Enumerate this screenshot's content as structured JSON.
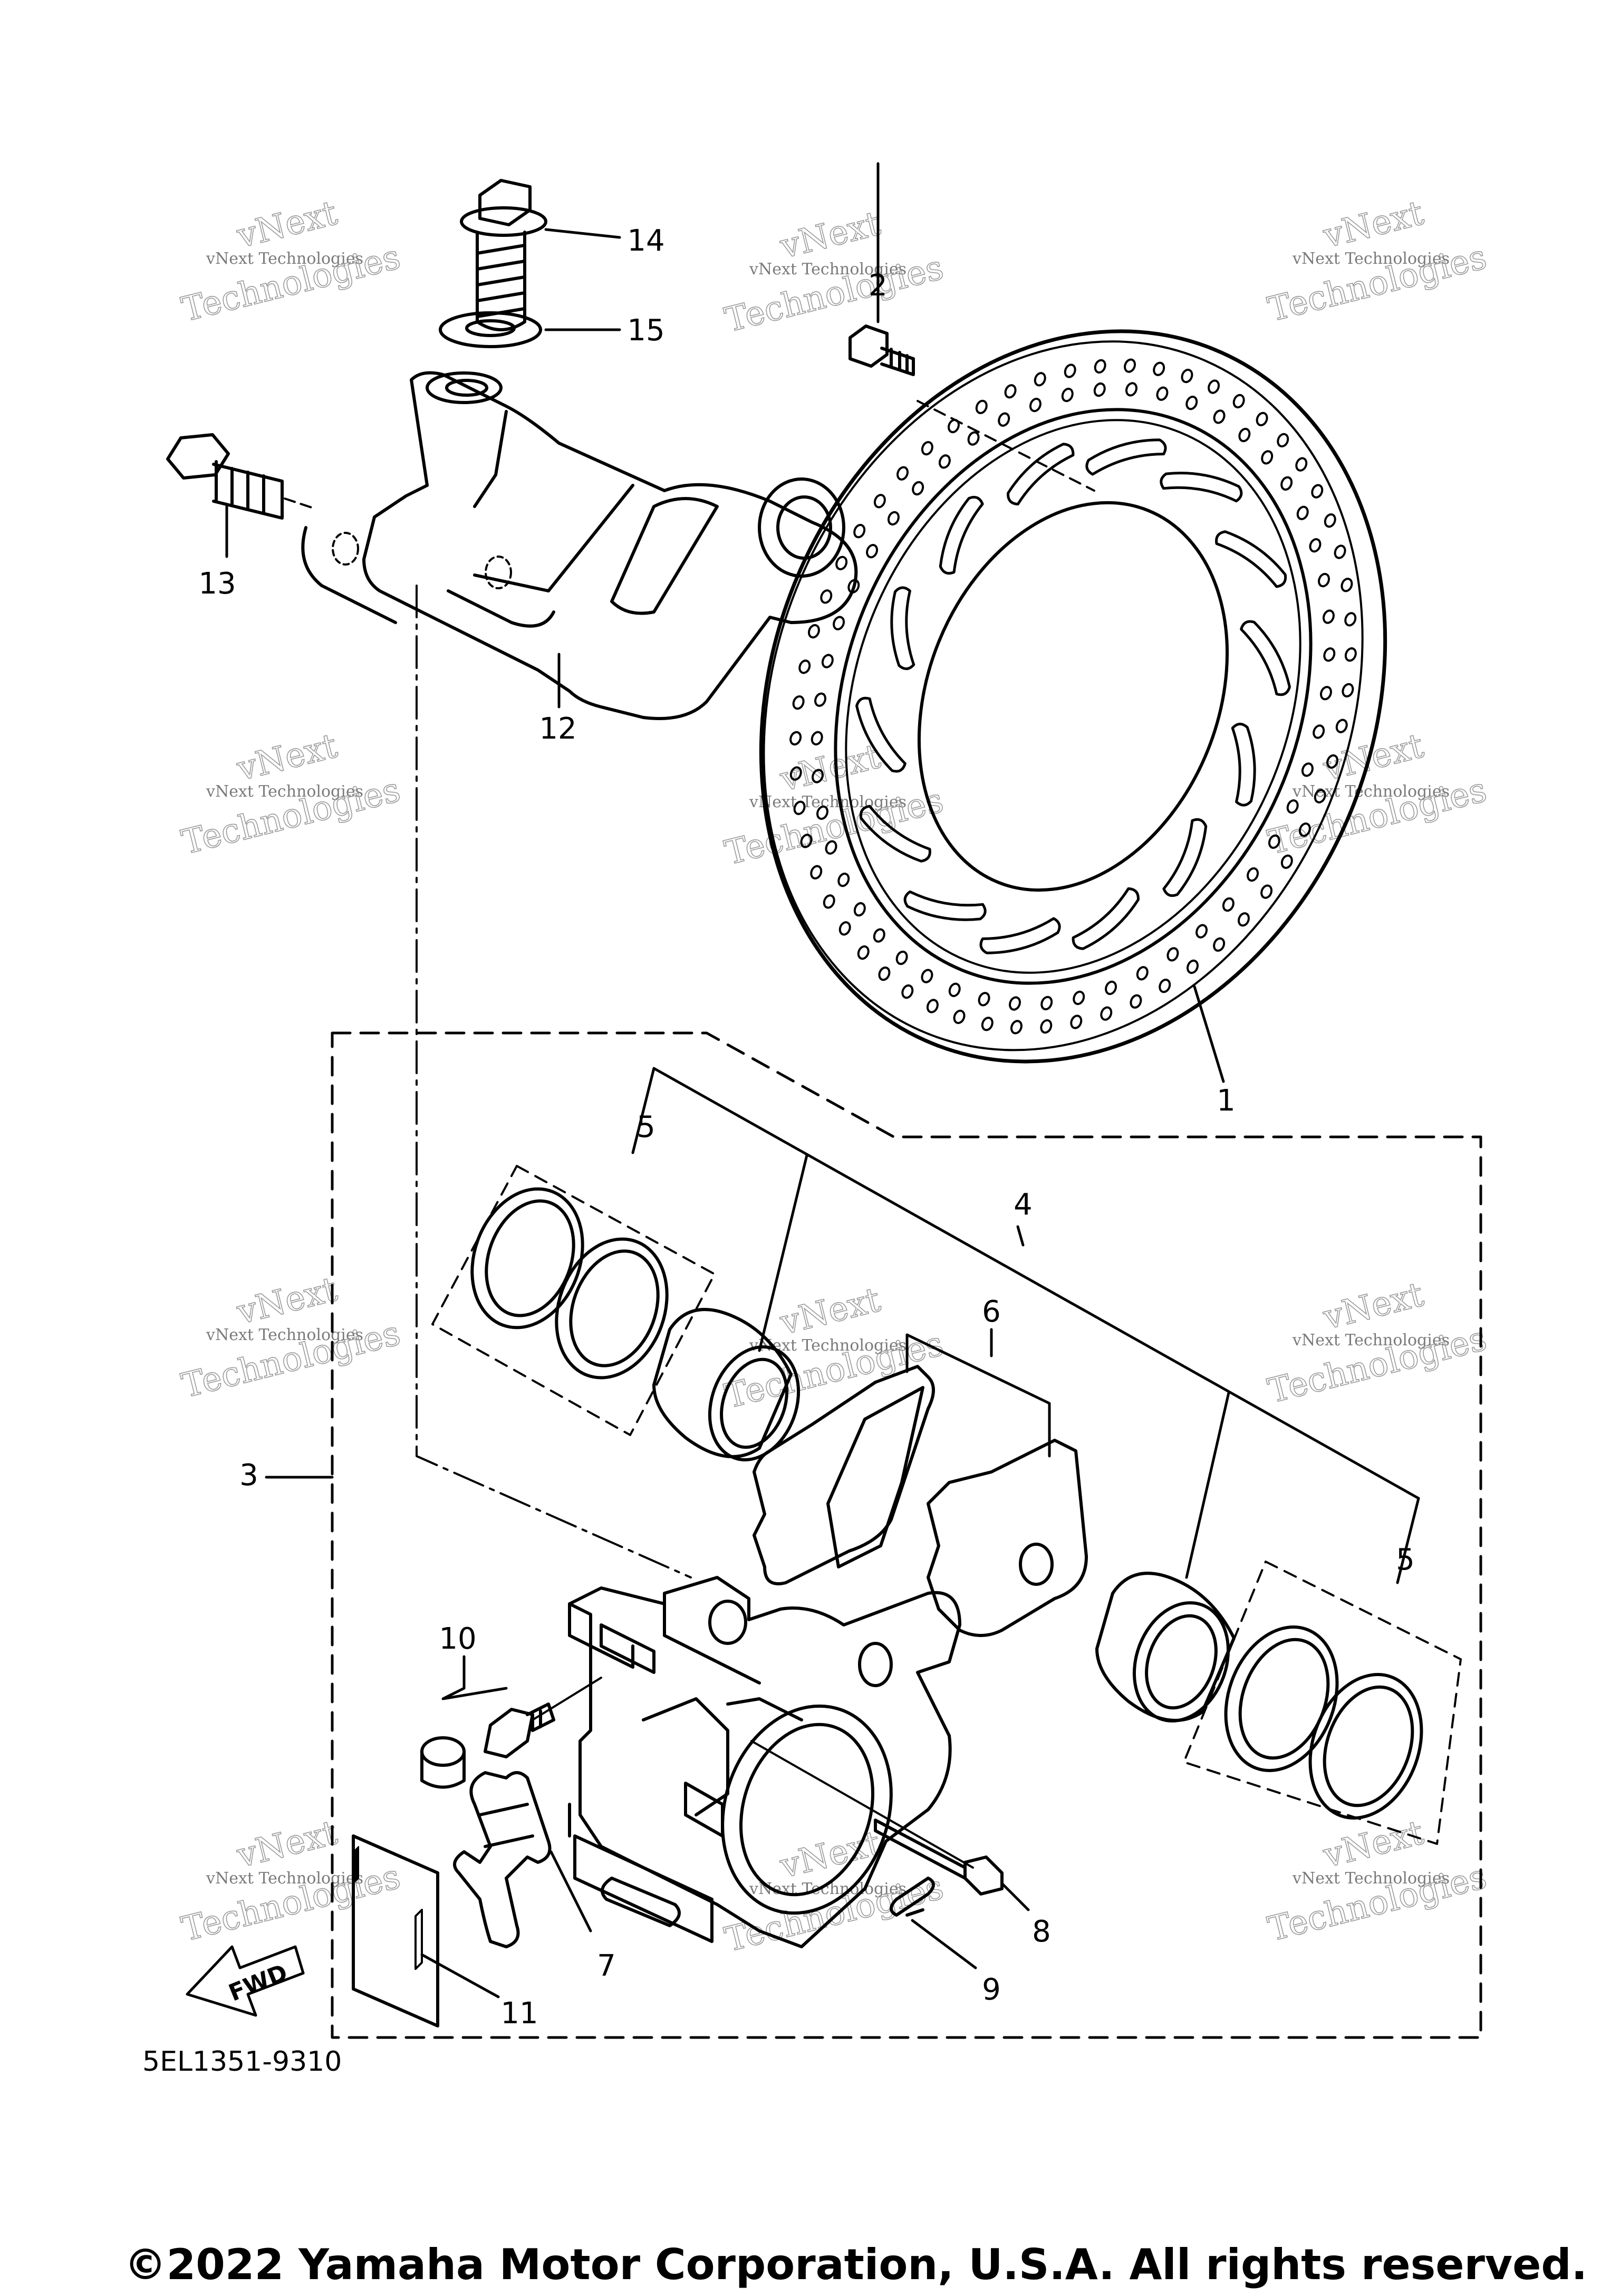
{
  "diagram": {
    "callouts": [
      "1",
      "2",
      "3",
      "4",
      "5",
      "5",
      "6",
      "7",
      "8",
      "9",
      "10",
      "11",
      "12",
      "13",
      "14",
      "15"
    ],
    "drawing_code": "5EL1351-9310",
    "fwd_label": "FWD",
    "watermark": {
      "line1": "vNext",
      "line2": "vNext Technologies",
      "line3": "Technologies"
    },
    "copyright": "©2022 Yamaha Motor Corporation, U.S.A. All rights reserved."
  }
}
